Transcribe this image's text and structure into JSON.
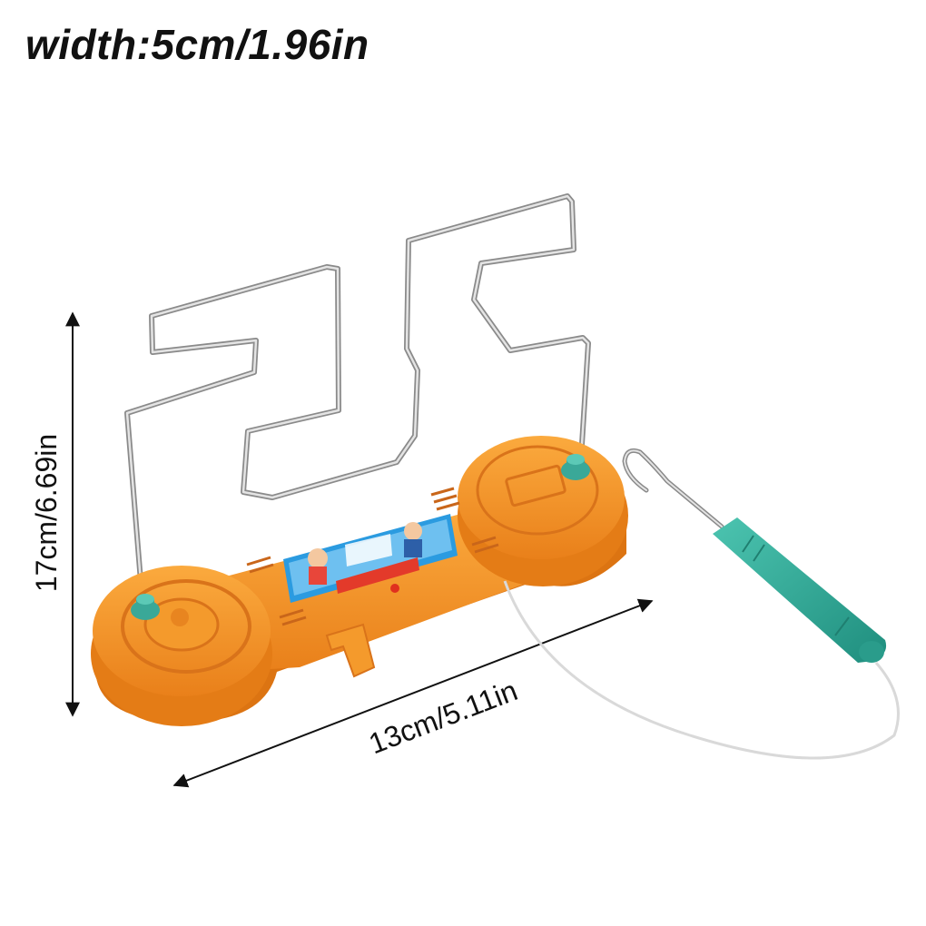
{
  "title": "width:5cm/1.96in",
  "dimensions": {
    "height_label": "17cm/6.69in",
    "length_label": "13cm/5.11in"
  },
  "colors": {
    "background": "#ffffff",
    "base_orange": "#f7931e",
    "handle_teal": "#2fa896",
    "wire_silver": "#b8b8b8"
  },
  "icons": [
    "arrow-icon"
  ]
}
